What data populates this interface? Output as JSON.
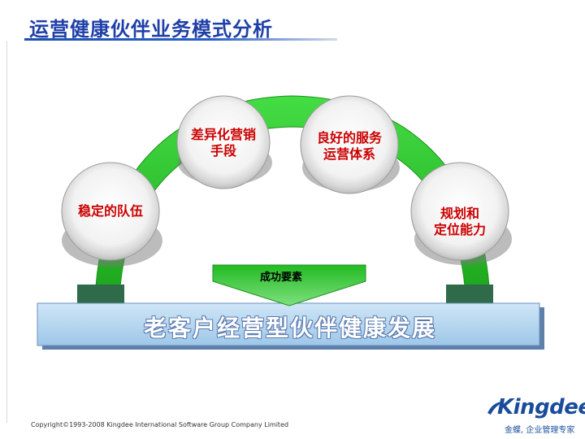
{
  "title": "运营健康伙伴业务模式分析",
  "nodes": [
    {
      "id": "stable-team",
      "label": "稳定的队伍"
    },
    {
      "id": "diff-marketing",
      "label": "差异化营销\n手段"
    },
    {
      "id": "service-system",
      "label": "良好的服务\n运营体系"
    },
    {
      "id": "planning",
      "label": "规划和\n定位能力"
    }
  ],
  "arrow_label": "成功要素",
  "base_label": "老客户经营型伙伴健康发展",
  "footer": {
    "copyright": "Copyright©1993-2008 Kingdee International Software Group Company Limited",
    "brand": "Kingdee",
    "slogan": "金蝶, 企业管理专家"
  },
  "colors": {
    "title": "#1f3fa8",
    "node_text": "#cc0000",
    "arch_green": "#33cc33",
    "base_fill": "#b9d8ef",
    "pillar": "#2f6b48"
  }
}
